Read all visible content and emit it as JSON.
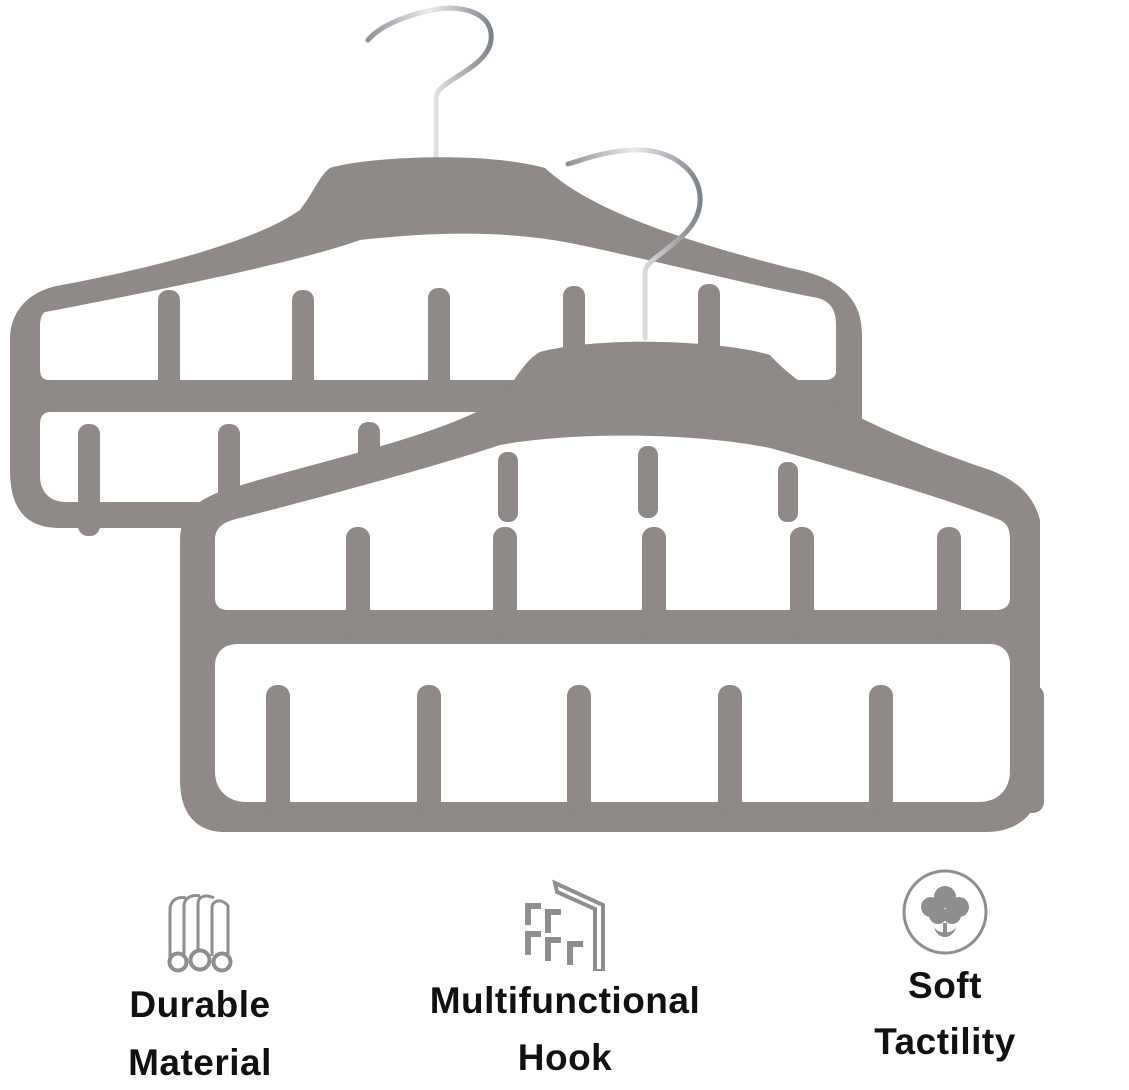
{
  "colors": {
    "hanger": "#8f8a87",
    "hanger_shadow": "#7c7774",
    "hook_metal": "#c9ccd0",
    "icon_gray": "#8e8e8e",
    "text": "#111111"
  },
  "features": [
    {
      "icon": "pipes-icon",
      "line1": "Durable",
      "line2": "Material"
    },
    {
      "icon": "multi-hook-icon",
      "line1": "Multifunctional",
      "line2": "Hook"
    },
    {
      "icon": "cotton-icon",
      "line1": "Soft",
      "line2": "Tactility"
    }
  ]
}
